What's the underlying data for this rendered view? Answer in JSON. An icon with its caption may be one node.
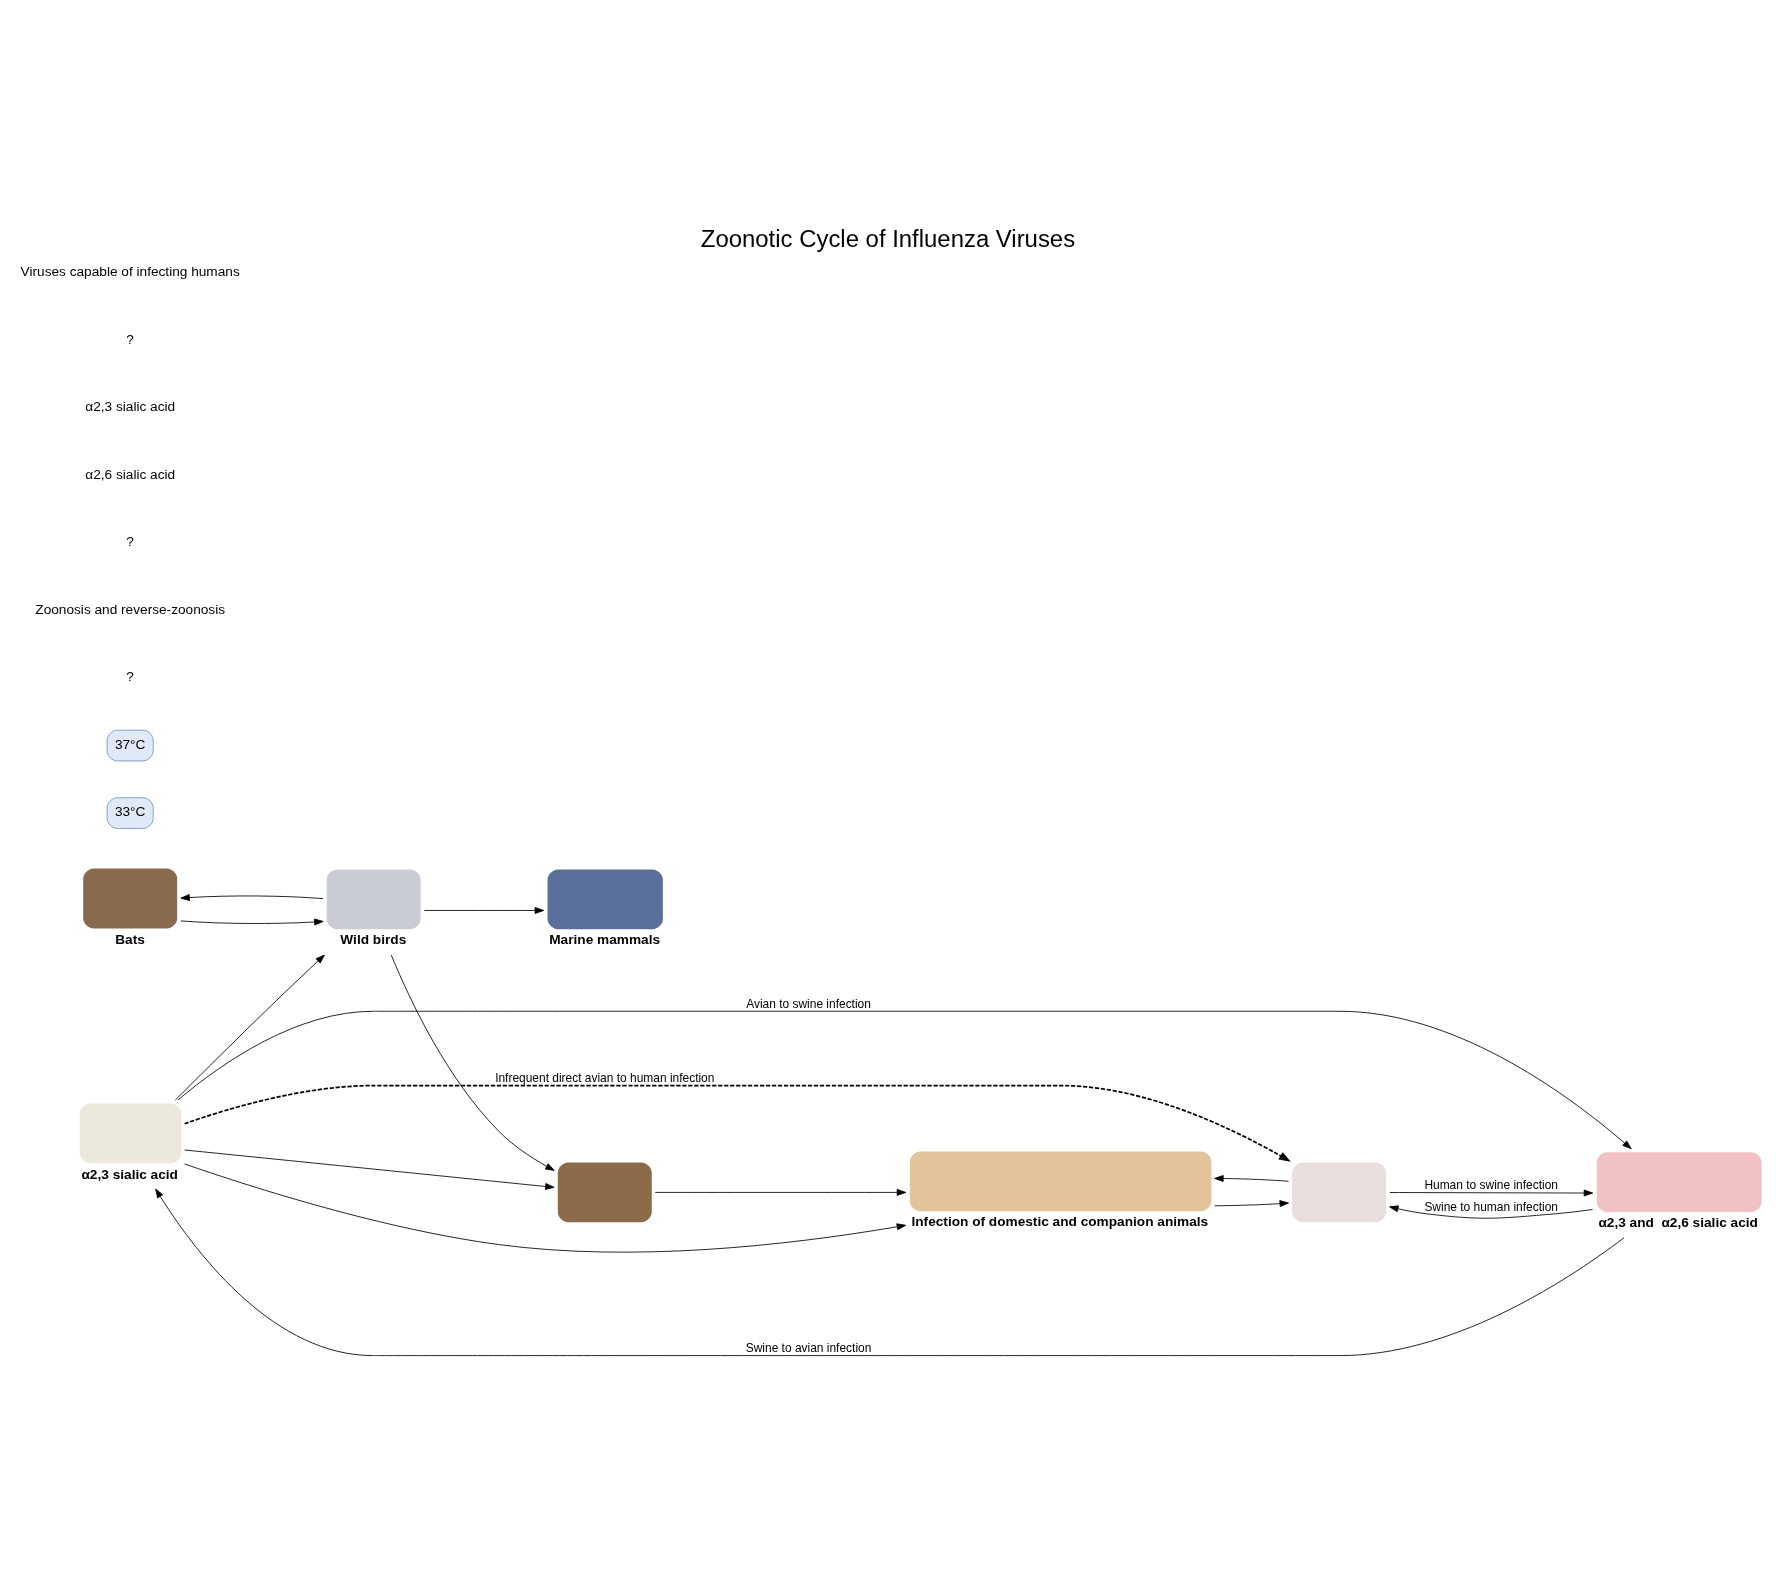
{
  "diagram": {
    "title": "Zoonotic Cycle of Influenza Viruses",
    "nodes": [
      {
        "text": [],
        "shape": "box",
        "beside": [
          "Marine mammals"
        ]
      },
      {
        "text": [],
        "shape": "box",
        "beside": [
          "Bats"
        ]
      },
      {
        "text": [],
        "shape": "box",
        "beside": [
          "Wild birds"
        ]
      },
      {
        "text": [],
        "shape": "box"
      },
      {
        "text": [],
        "shape": "box",
        "beside": [
          "α2,3 sialic acid"
        ]
      },
      {
        "text": [],
        "shape": "box",
        "beside": [
          "Infection of domestic and companion animals"
        ]
      },
      {
        "text": [],
        "shape": "box"
      },
      {
        "text": [
          "33°C"
        ]
      },
      {
        "text": [
          "37°C"
        ]
      },
      {
        "text": [],
        "shape": "box",
        "beside": [
          "α2,3 and  α2,6 sialic acid"
        ]
      }
    ],
    "edges": [
      {
        "from": 2,
        "to": 0,
        "arrow": "to"
      },
      {
        "from": 2,
        "to": 1,
        "arrow": "to"
      },
      {
        "from": 1,
        "to": 2,
        "arrow": "to"
      },
      {
        "from": 2,
        "to": 3,
        "arrow": "to"
      },
      {
        "from": 4,
        "to": 2,
        "arrow": "to"
      },
      {
        "from": 4,
        "to": 3,
        "arrow": "to"
      },
      {
        "from": 3,
        "to": 5,
        "arrow": "to"
      },
      {
        "from": 4,
        "to": 5,
        "arrow": "to"
      },
      {
        "from": 5,
        "to": 6,
        "arrow": "to"
      },
      {
        "from": 6,
        "to": 5,
        "arrow": "to"
      },
      {
        "from": 4,
        "to": 6,
        "arrow": "to",
        "label": "Infrequent direct avian to human infection",
        "style": "dashed"
      },
      {
        "from": 4,
        "to": 9,
        "arrow": "to",
        "label": "Avian to swine infection"
      },
      {
        "from": 6,
        "to": 9,
        "arrow": "to",
        "label": "Human to swine infection"
      },
      {
        "from": 9,
        "to": 4,
        "arrow": "to",
        "label": "Swine to avian infection"
      },
      {
        "from": 9,
        "to": 6,
        "arrow": "to",
        "label": "Swine to human infection"
      }
    ],
    "labels": [
      "?",
      "Zoonosis and reverse-zoonosis",
      "?",
      "α2,6 sialic acid",
      "α2,3 sialic acid",
      "?",
      "Viruses capable of infecting humans"
    ]
  }
}
